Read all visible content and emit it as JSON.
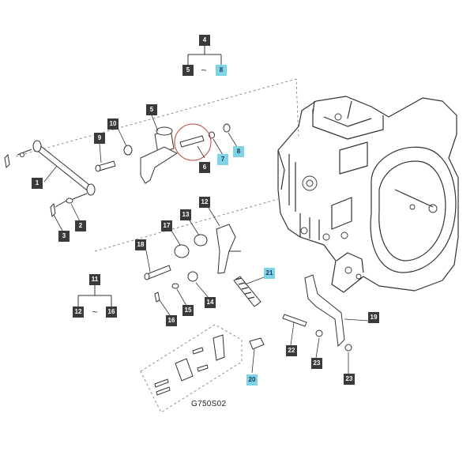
{
  "callouts": [
    {
      "id": "c4",
      "label": "4",
      "hl": false
    },
    {
      "id": "c5a",
      "label": "5",
      "hl": false
    },
    {
      "id": "c8a",
      "label": "8",
      "hl": true
    },
    {
      "id": "c5",
      "label": "5",
      "hl": false
    },
    {
      "id": "c10",
      "label": "10",
      "hl": false
    },
    {
      "id": "c9",
      "label": "9",
      "hl": false
    },
    {
      "id": "c6",
      "label": "6",
      "hl": false
    },
    {
      "id": "c7",
      "label": "7",
      "hl": true
    },
    {
      "id": "c8",
      "label": "8",
      "hl": true
    },
    {
      "id": "c1",
      "label": "1",
      "hl": false
    },
    {
      "id": "c2",
      "label": "2",
      "hl": false
    },
    {
      "id": "c3",
      "label": "3",
      "hl": false
    },
    {
      "id": "c12",
      "label": "12",
      "hl": false
    },
    {
      "id": "c13",
      "label": "13",
      "hl": false
    },
    {
      "id": "c17",
      "label": "17",
      "hl": false
    },
    {
      "id": "c18",
      "label": "18",
      "hl": false
    },
    {
      "id": "c21",
      "label": "21",
      "hl": true
    },
    {
      "id": "c11",
      "label": "11",
      "hl": false
    },
    {
      "id": "c12b",
      "label": "12",
      "hl": false
    },
    {
      "id": "c16b",
      "label": "16",
      "hl": false
    },
    {
      "id": "c14",
      "label": "14",
      "hl": false
    },
    {
      "id": "c15",
      "label": "15",
      "hl": false
    },
    {
      "id": "c16",
      "label": "16",
      "hl": false
    },
    {
      "id": "c19",
      "label": "19",
      "hl": false
    },
    {
      "id": "c22",
      "label": "22",
      "hl": false
    },
    {
      "id": "c23a",
      "label": "23",
      "hl": false
    },
    {
      "id": "c23b",
      "label": "23",
      "hl": false
    },
    {
      "id": "c20",
      "label": "20",
      "hl": true
    }
  ],
  "range_separator": "~",
  "drawing_code": "G750S02",
  "colors": {
    "callout": "#3a3a3a",
    "highlight": "#7fd3e6",
    "line": "#333333"
  }
}
